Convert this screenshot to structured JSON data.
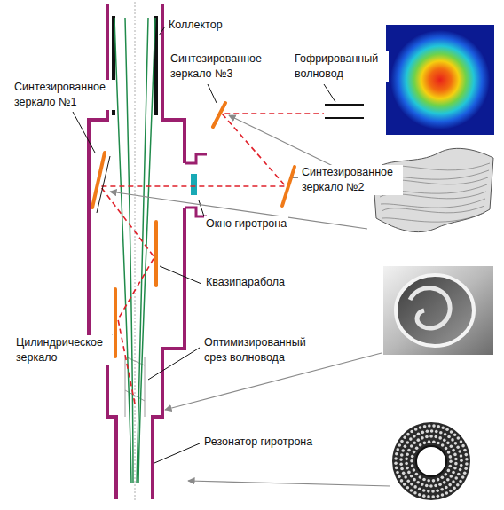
{
  "diagram": {
    "labels": [
      "Коллектор",
      "Синтезированное зеркало №1",
      "Синтезированное зеркало №3",
      "Гофрированный волновод",
      "Синтезированное зеркало №2",
      "Окно гиротрона",
      "Квазипарабола",
      "Цилиндрическое зеркало",
      "Оптимизированный срез волновода",
      "Резонатор гиротрона"
    ]
  }
}
